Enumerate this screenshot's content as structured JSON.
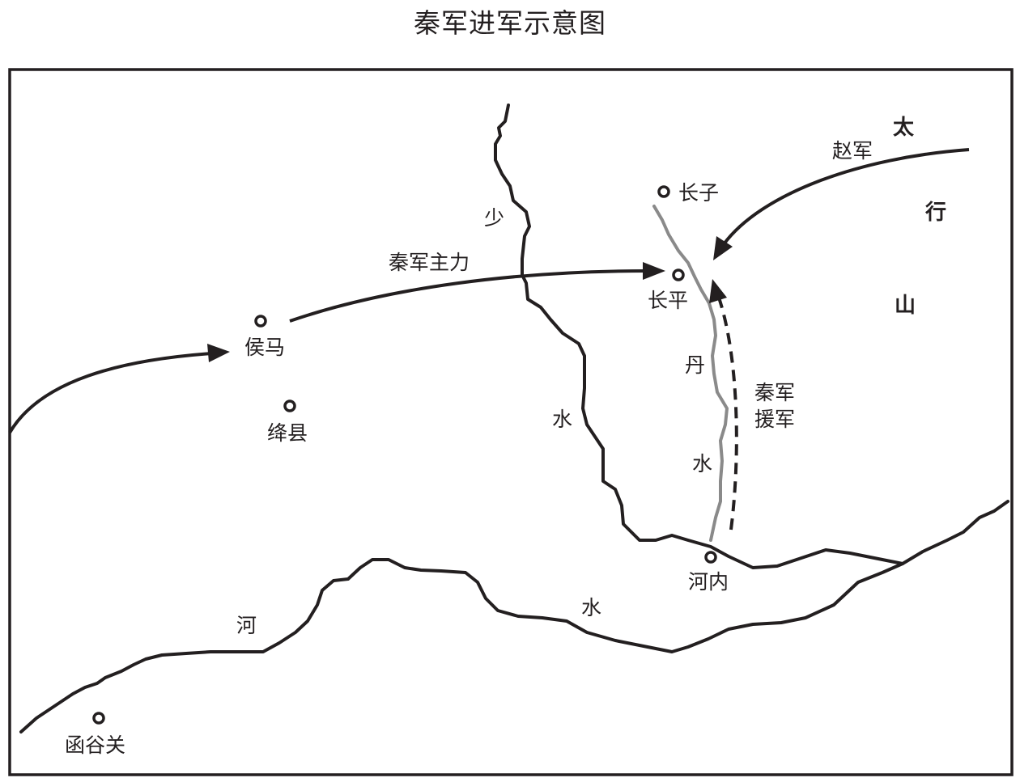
{
  "title": "秦军进军示意图",
  "towns": {
    "changzi": "长子",
    "changping": "长平",
    "houma": "侯马",
    "jiangxian": "绛县",
    "henei": "河内",
    "hanguguan": "函谷关"
  },
  "rivers": {
    "shaoshui": [
      "少",
      "水"
    ],
    "danshui": [
      "丹",
      "水"
    ],
    "heshui": [
      "河",
      "水"
    ]
  },
  "mountains": [
    "太",
    "行",
    "山"
  ],
  "armies": {
    "qin_main": "秦军主力",
    "zhao": "赵军",
    "qin_reinforce": [
      "秦军",
      "援军"
    ]
  },
  "colors": {
    "ink": "#231f20",
    "tributary": "#8a8a8a",
    "background": "#ffffff"
  }
}
